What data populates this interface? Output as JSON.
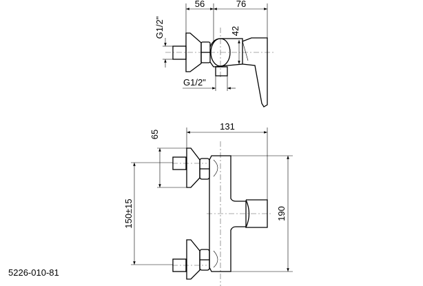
{
  "drawing": {
    "part_number": "5226-010-81",
    "top_view": {
      "dim_left": "56",
      "dim_right": "76",
      "dim_height": "42",
      "inlet_thread": "G1/2\"",
      "outlet_thread": "G1/2\""
    },
    "front_view": {
      "dim_width": "131",
      "dim_escutcheon": "65",
      "dim_spacing": "150±15",
      "dim_height": "190"
    }
  }
}
